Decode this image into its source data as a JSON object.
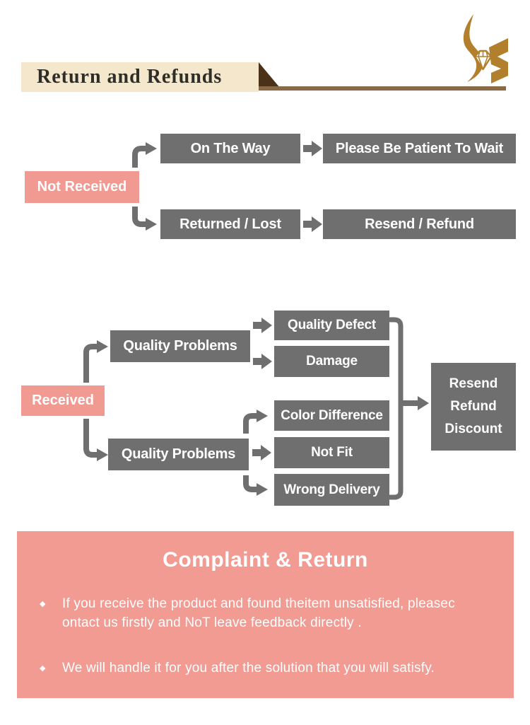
{
  "colors": {
    "box_gray": "#6f6f6f",
    "accent_pink": "#f19a92",
    "panel_pink": "#f29b93",
    "ribbon_cream": "#f5e7cb",
    "underline_brown": "#8a6a44",
    "fold_brown": "#4a3118",
    "logo_gold": "#b27f2d"
  },
  "header": {
    "title": "Return and Refunds",
    "logo_icon": "flame-diamond-logo"
  },
  "flow_not_received": {
    "root": "Not Received",
    "rows": [
      {
        "cause": "On The Way",
        "action": "Please Be Patient To Wait"
      },
      {
        "cause": "Returned / Lost",
        "action": "Resend / Refund"
      }
    ]
  },
  "flow_received": {
    "root": "Received",
    "top_group": {
      "label": "Quality Problems",
      "items": [
        "Quality Defect",
        "Damage"
      ]
    },
    "bottom_group": {
      "label": "Quality Problems",
      "items": [
        "Color Difference",
        "Not Fit",
        "Wrong Delivery"
      ]
    },
    "result": {
      "lines": [
        "Resend",
        "Refund",
        "Discount"
      ]
    }
  },
  "complaint": {
    "title": "Complaint & Return",
    "bullet_icon": "diamond-bullet",
    "bullets": [
      {
        "lines": [
          "If you receive the product and found theitem unsatisfied, pleasec",
          "ontact us firstly and NoT leave feedback directly ."
        ]
      },
      {
        "lines": [
          "We will handle it for you after the solution that you will satisfy."
        ]
      }
    ]
  }
}
